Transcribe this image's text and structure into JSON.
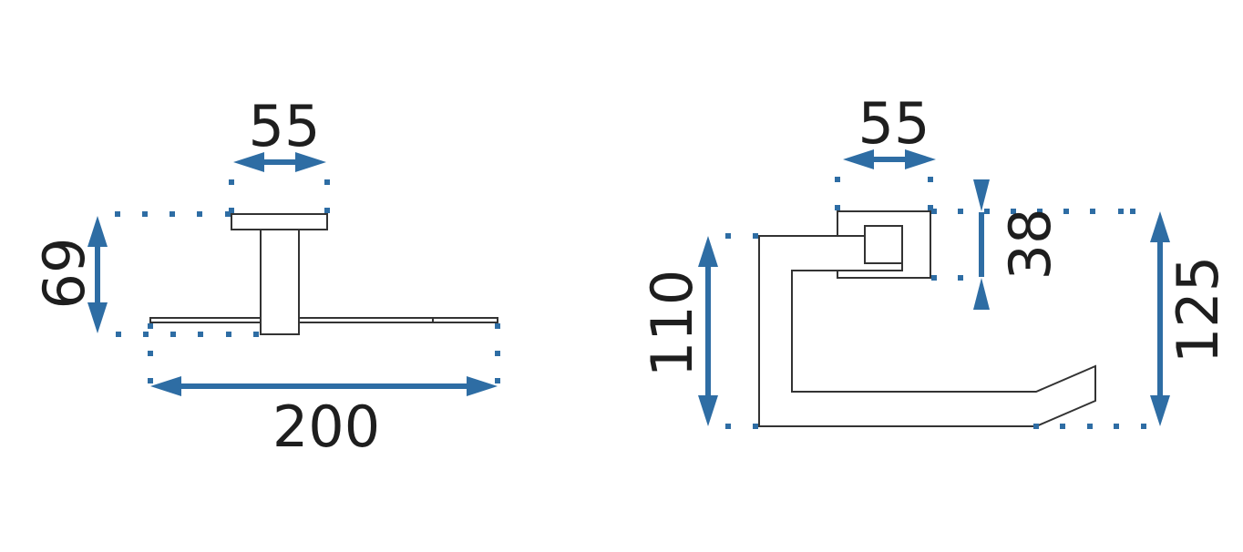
{
  "colors": {
    "dimension": "#2e6da4",
    "outline": "#333333",
    "text": "#1e1e1e"
  },
  "side_view": {
    "width_plate": "55",
    "depth": "69",
    "length": "200"
  },
  "front_view": {
    "width_plate": "55",
    "plate_height": "38",
    "ring_height": "110",
    "total_height": "125"
  }
}
